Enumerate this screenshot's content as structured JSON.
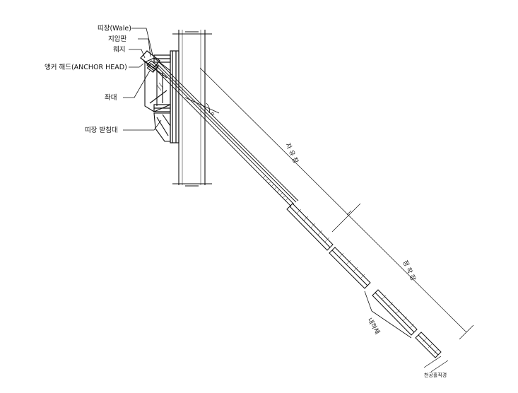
{
  "labels": {
    "wale": "띠장(Wale)",
    "bearing_plate": "지압판",
    "wedge": "웨지",
    "anchor_head": "앵커 해드(ANCHOR HEAD)",
    "seat": "좌대",
    "wale_support": "띠장 받침대"
  },
  "dimensions": {
    "free_length": "자 유 장",
    "bond_length": "정 착 장",
    "angle": "α",
    "drill_diameter": "천공홀직경"
  },
  "components": {
    "load_body": "내하체"
  },
  "colors": {
    "line": "#111111",
    "background": "#ffffff"
  }
}
